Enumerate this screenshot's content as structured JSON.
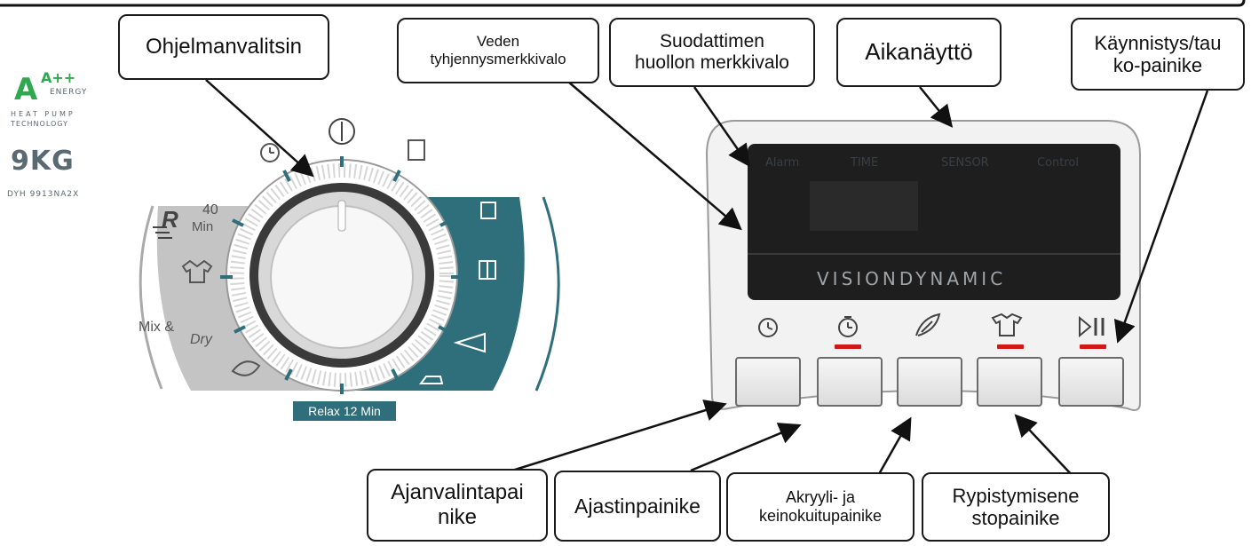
{
  "brand": {
    "energy_class": "A++",
    "energy_word": "ENERGY",
    "heat_pump_line1": "HEAT PUMP",
    "heat_pump_line2": "TECHNOLOGY",
    "capacity": "9KG",
    "model": "DYH 9913NA2X"
  },
  "dial": {
    "label_40": "40",
    "label_min": "Min",
    "label_r": "R",
    "label_mix": "Mix &",
    "label_dry": "Dry",
    "relax": "Relax 12 Min",
    "accent": "#2f6f7c",
    "grey": "#b9b9b9"
  },
  "panel": {
    "lcd_labels": [
      "Alarm",
      "TIME",
      "SENSOR",
      "Control"
    ],
    "brand_name": "VISIONDYNAMIC",
    "buttons": [
      {
        "icon": "clock-icon",
        "led": false
      },
      {
        "icon": "timer-icon",
        "led": true
      },
      {
        "icon": "feather-icon",
        "led": false
      },
      {
        "icon": "shirt-icon",
        "led": true
      },
      {
        "icon": "play-pause-icon",
        "led": true
      }
    ],
    "led_color": "#d01818"
  },
  "callouts": {
    "program_selector": "Ohjelmanvalitsin",
    "water_drain_1": "Veden",
    "water_drain_2": "tyhjennysmerkkivalo",
    "filter_1": "Suodattimen",
    "filter_2": "huollon merkkivalo",
    "time_display": "Aikanäyttö",
    "start_pause_1": "Käynnistys/tau",
    "start_pause_2": "ko-painike",
    "time_select_1": "Ajanvalintapai",
    "time_select_2": "nike",
    "timer_button": "Ajastinpainike",
    "acrylic_1": "Akryyli- ja",
    "acrylic_2": "keinokuitupainike",
    "wrinkle_1": "Rypistymisene",
    "wrinkle_2": "stopainike"
  }
}
